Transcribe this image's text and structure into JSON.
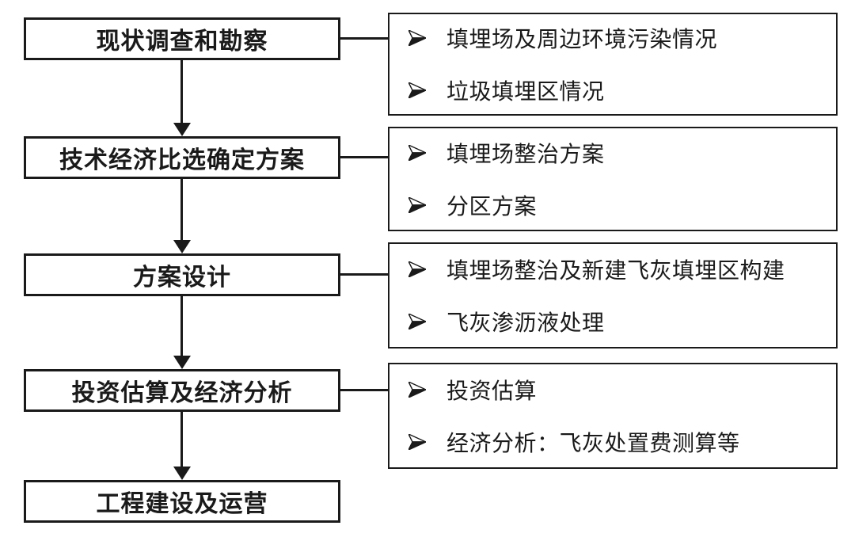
{
  "flowchart": {
    "bullet_icon": "three-d-rightwards-arrowhead",
    "colors": {
      "line": "#1a1a1a",
      "box_background": "#ffffff",
      "text": "#1a1a1a",
      "page_background": "#ffffff"
    },
    "steps": [
      {
        "label": "现状调查和勘察",
        "details": [
          "填埋场及周边环境污染情况",
          "垃圾填埋区情况"
        ]
      },
      {
        "label": "技术经济比选确定方案",
        "details": [
          "填埋场整治方案",
          "分区方案"
        ]
      },
      {
        "label": "方案设计",
        "details": [
          "填埋场整治及新建飞灰填埋区构建",
          "飞灰渗沥液处理"
        ]
      },
      {
        "label": "投资估算及经济分析",
        "details": [
          "投资估算",
          "经济分析：飞灰处置费测算等"
        ]
      },
      {
        "label": "工程建设及运营",
        "details": []
      }
    ]
  }
}
